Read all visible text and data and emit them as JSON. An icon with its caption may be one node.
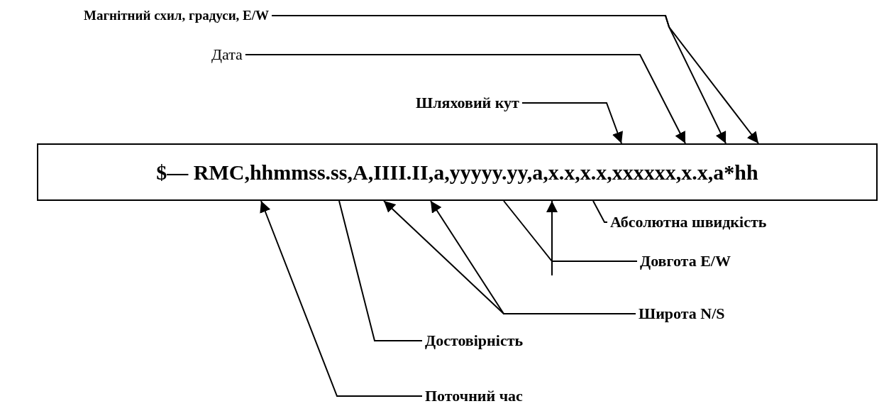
{
  "diagram": {
    "nodes": [
      {
        "text": [
          "$— RMC,hhmmss.ss,A,IIII.II,a,yyyyy.yy,a,x.x,x.x,xxxxxx,x.x,a*hh"
        ]
      },
      {
        "text": [
          "Магнітний схил, градуси, E/W"
        ]
      },
      {
        "text": [
          "Дата"
        ]
      },
      {
        "text": [
          "Шляховий кут"
        ]
      },
      {
        "text": [
          "Абсолютна швидкість"
        ]
      },
      {
        "text": [
          "Довгота E/W"
        ]
      },
      {
        "text": [
          "Широта N/S"
        ]
      },
      {
        "text": [
          "Достовірність"
        ]
      },
      {
        "text": [
          "Поточний час"
        ]
      }
    ],
    "edges": [
      {
        "from": 1,
        "to": 0,
        "arrow": "to"
      },
      {
        "from": 1,
        "to": 0,
        "arrow": "to"
      },
      {
        "from": 2,
        "to": 0,
        "arrow": "to"
      },
      {
        "from": 3,
        "to": 0,
        "arrow": "to"
      },
      {
        "from": 4,
        "to": 0,
        "arrow": "none"
      },
      {
        "from": 5,
        "to": 0,
        "arrow": "to"
      },
      {
        "from": 5,
        "to": 0,
        "arrow": "none"
      },
      {
        "from": 6,
        "to": 0,
        "arrow": "to"
      },
      {
        "from": 6,
        "to": 0,
        "arrow": "to"
      },
      {
        "from": 7,
        "to": 0,
        "arrow": "none"
      },
      {
        "from": 8,
        "to": 0,
        "arrow": "to"
      }
    ]
  }
}
